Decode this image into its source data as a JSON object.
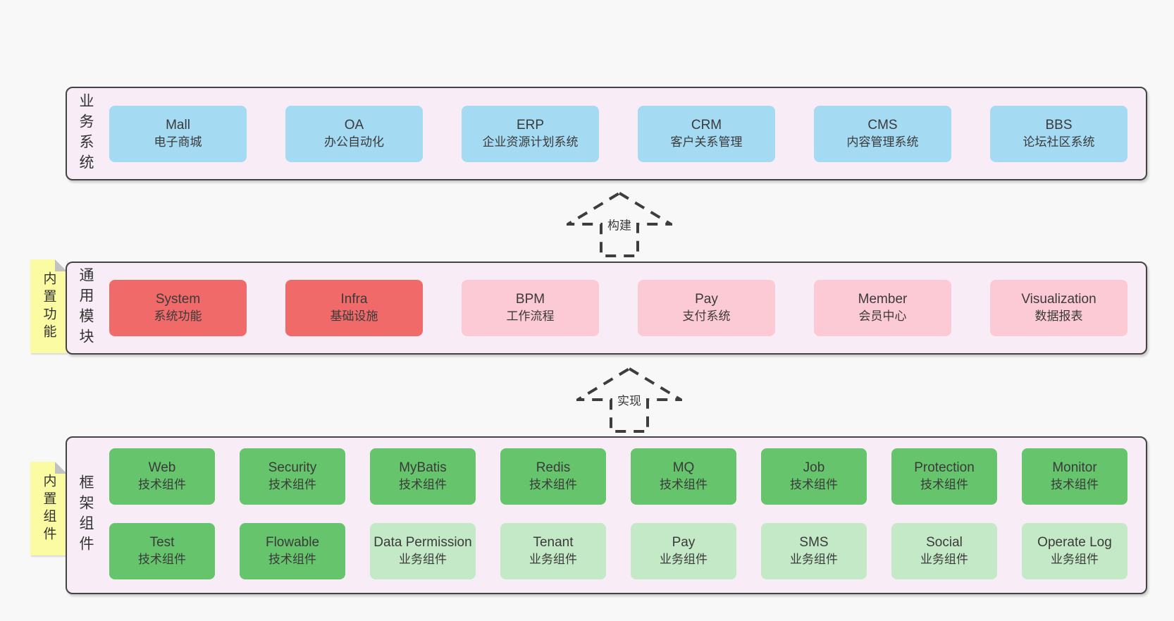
{
  "colors": {
    "page_background": "#f8f8f8",
    "container_background": "#f8edf6",
    "container_border": "#434343",
    "blue_box": "#a5daf3",
    "red_box": "#f16a6a",
    "pink_box": "#fccad4",
    "green_box": "#66c46c",
    "light_green_box": "#c4e9c6",
    "note_yellow": "#fafba3",
    "note_fold_gray": "#c2c2c2",
    "text": "#3a3a3a"
  },
  "arrows": [
    {
      "label": "构建"
    },
    {
      "label": "实现"
    }
  ],
  "layers": {
    "business": {
      "label": "业务系统",
      "boxes": [
        {
          "title": "Mall",
          "subtitle": "电子商城"
        },
        {
          "title": "OA",
          "subtitle": "办公自动化"
        },
        {
          "title": "ERP",
          "subtitle": "企业资源计划系统"
        },
        {
          "title": "CRM",
          "subtitle": "客户关系管理"
        },
        {
          "title": "CMS",
          "subtitle": "内容管理系统"
        },
        {
          "title": "BBS",
          "subtitle": "论坛社区系统"
        }
      ]
    },
    "modules": {
      "label": "通用模块",
      "note": "内置功能",
      "boxes": [
        {
          "title": "System",
          "subtitle": "系统功能"
        },
        {
          "title": "Infra",
          "subtitle": "基础设施"
        },
        {
          "title": "BPM",
          "subtitle": "工作流程"
        },
        {
          "title": "Pay",
          "subtitle": "支付系统"
        },
        {
          "title": "Member",
          "subtitle": "会员中心"
        },
        {
          "title": "Visualization",
          "subtitle": "数据报表"
        }
      ]
    },
    "components": {
      "label": "框架组件",
      "note": "内置组件",
      "rows": [
        [
          {
            "title": "Web",
            "subtitle": "技术组件"
          },
          {
            "title": "Security",
            "subtitle": "技术组件"
          },
          {
            "title": "MyBatis",
            "subtitle": "技术组件"
          },
          {
            "title": "Redis",
            "subtitle": "技术组件"
          },
          {
            "title": "MQ",
            "subtitle": "技术组件"
          },
          {
            "title": "Job",
            "subtitle": "技术组件"
          },
          {
            "title": "Protection",
            "subtitle": "技术组件"
          },
          {
            "title": "Monitor",
            "subtitle": "技术组件"
          }
        ],
        [
          {
            "title": "Test",
            "subtitle": "技术组件"
          },
          {
            "title": "Flowable",
            "subtitle": "技术组件"
          },
          {
            "title": "Data Permission",
            "subtitle": "业务组件"
          },
          {
            "title": "Tenant",
            "subtitle": "业务组件"
          },
          {
            "title": "Pay",
            "subtitle": "业务组件"
          },
          {
            "title": "SMS",
            "subtitle": "业务组件"
          },
          {
            "title": "Social",
            "subtitle": "业务组件"
          },
          {
            "title": "Operate Log",
            "subtitle": "业务组件"
          }
        ]
      ]
    }
  }
}
